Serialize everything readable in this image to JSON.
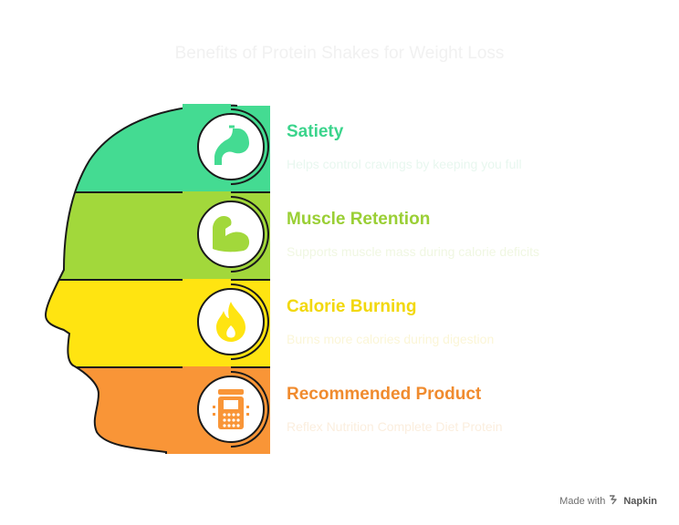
{
  "title": "Benefits of Protein Shakes for Weight Loss",
  "colors": {
    "satiety": "#44DB92",
    "muscle": "#A2D83B",
    "calorie": "#FFE411",
    "product": "#F99537",
    "outline": "#1a1a1a",
    "title": "#f1f1f1"
  },
  "items": [
    {
      "heading": "Satiety",
      "description": "Helps control cravings by keeping you full",
      "icon": "stomach-icon",
      "heading_color": "#3BD48C",
      "description_color": "#e8f7ef"
    },
    {
      "heading": "Muscle Retention",
      "description": "Supports muscle mass during calorie deficits",
      "icon": "flexed-bicep-icon",
      "heading_color": "#9ACF35",
      "description_color": "#f0f7e2"
    },
    {
      "heading": "Calorie Burning",
      "description": "Burns more calories during digestion",
      "icon": "flame-icon",
      "heading_color": "#F2D80C",
      "description_color": "#fbf6d7"
    },
    {
      "heading": "Recommended Product",
      "description": "Reflex Nutrition Complete Diet Protein",
      "icon": "protein-container-icon",
      "heading_color": "#F08B2E",
      "description_color": "#fbeede"
    }
  ],
  "footer": {
    "prefix": "Made with",
    "brand": "Napkin",
    "icon": "napkin-logo-icon"
  }
}
